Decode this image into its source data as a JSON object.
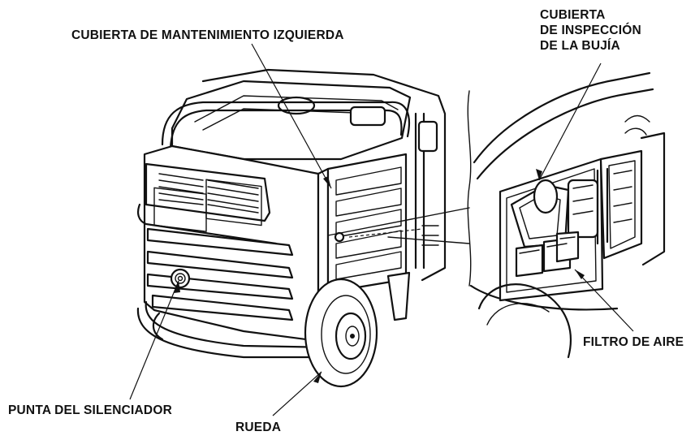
{
  "labels": {
    "left_cover": "CUBIERTA DE MANTENIMIENTO IZQUIERDA",
    "spark_line1": "CUBIERTA",
    "spark_line2": "DE INSPECCIÓN",
    "spark_line3": "DE LA BUJÍA",
    "air_filter": "FILTRO DE AIRE",
    "muffler_tip": "PUNTA DEL SILENCIADOR",
    "wheel": "RUEDA"
  }
}
